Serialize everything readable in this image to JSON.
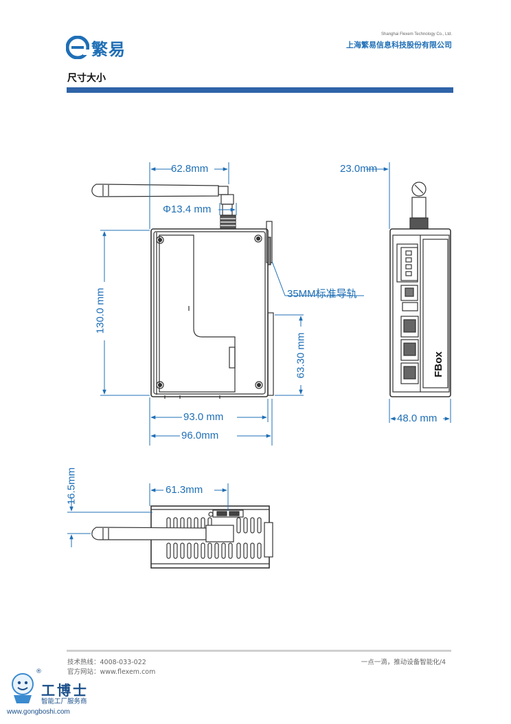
{
  "header": {
    "logo_text": "繁易",
    "company_en": "Shanghai Flexem Technology Co., Ltd.",
    "company_cn": "上海繁易信息科技股份有限公司",
    "page_title": "尺寸大小"
  },
  "drawing": {
    "front": {
      "width_antenna": "62.8mm",
      "antenna_dia": "Φ13.4 mm",
      "rail_label": "35MM标准导轨",
      "height": "130.0 mm",
      "rail_height": "63.30 mm",
      "width_body": "93.0 mm",
      "width_total": "96.0mm"
    },
    "side": {
      "antenna_offset": "23.0mm",
      "depth": "48.0 mm",
      "brand": "FBox"
    },
    "top": {
      "antenna_pos": "61.3mm",
      "height": "16.5mm"
    }
  },
  "footer": {
    "hotline": "技术热线：4008-033-022",
    "website": "官方网站：www.flexem.com",
    "slogan": "一点一滴，推动设备智能化/4"
  },
  "watermark": {
    "name": "工博士",
    "slogan": "智能工厂服务商",
    "url": "www.gongboshi.com",
    "reg_mark": "®"
  },
  "colors": {
    "accent": "#2f64a8",
    "dimension": "#1f6fb6"
  }
}
